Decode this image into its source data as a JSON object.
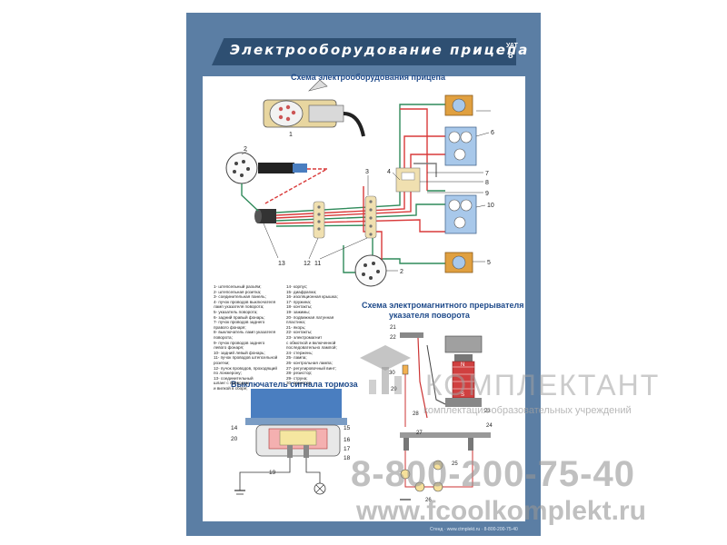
{
  "poster": {
    "title": "Электрооборудование прицепа",
    "badge_top": "УАТ",
    "badge_number": "8",
    "footer": "Стенд · www.ctmplekt.ru · 8-800-200-75-40"
  },
  "sections": {
    "main_scheme": "Схема электрооборудования прицепа",
    "interrupter_line1": "Схема электромагнитного прерывателя",
    "interrupter_line2": "указателя поворота",
    "brake_switch": "Выключатель сигнала тормоза"
  },
  "legend_left": [
    "1- штепсельный разъём;",
    "2- штепсельная розетка;",
    "3- соединительная панель;",
    "4- пучок проводов выключателя",
    "   ламп указателя поворота;",
    "5- указатель поворота;",
    "6- задний правый фонарь;",
    "7- пучок проводов заднего",
    "   правого фонаря;",
    "8- выключатель ламп указателя",
    "   поворота;",
    "9- пучок проводов заднего",
    "   левого фонаря;",
    "10- задний левый фонарь;",
    "11- пучок проводов штепсельной",
    "   розетки;",
    "12- пучок проводов, проходящий",
    "   по лонжерону;",
    "13- соединительный",
    "   шланг с проводом",
    "   и вилкой в сборе;"
  ],
  "legend_right": [
    "14- корпус;",
    "15- диафрагма;",
    "16- изоляционная крышка;",
    "17- пружина;",
    "18- контакты;",
    "19- зажимы;",
    "20- подвижная латунная",
    "   пластина;",
    "21- якорь;",
    "22- контакты;",
    "23- электромагнит",
    "   с обмоткой и включенной",
    "   последовательно лампой;",
    "24- стержень;",
    "25- лампа;",
    "26- контрольная лампа;",
    "27- регулировочный винт;",
    "28- резистор;",
    "29- струна;",
    "30- резистор"
  ],
  "labels": {
    "main": [
      "1",
      "2",
      "3",
      "4",
      "5",
      "6",
      "7",
      "8",
      "9",
      "10",
      "11",
      "12",
      "13"
    ],
    "brake": [
      "14",
      "15",
      "16",
      "17",
      "18",
      "19",
      "20"
    ],
    "interrupter": [
      "21",
      "22",
      "23",
      "24",
      "25",
      "26",
      "27",
      "28",
      "29",
      "30",
      "N",
      "S"
    ]
  },
  "watermark": {
    "brand": "КОМПЛЕКТАНТ",
    "subtitle": "комплектация образовательных учреждений",
    "phone": "8-800-200-75-40",
    "site": "www.fcoolkomplekt.ru"
  },
  "colors": {
    "frame": "#5b7ea4",
    "header": "#2e4f72",
    "wire_red": "#d93a3a",
    "wire_green": "#2f8a5a",
    "wire_gray": "#7a7a7a",
    "lamp_blue": "#a8c8ea",
    "lamp_orange": "#e0a040"
  }
}
